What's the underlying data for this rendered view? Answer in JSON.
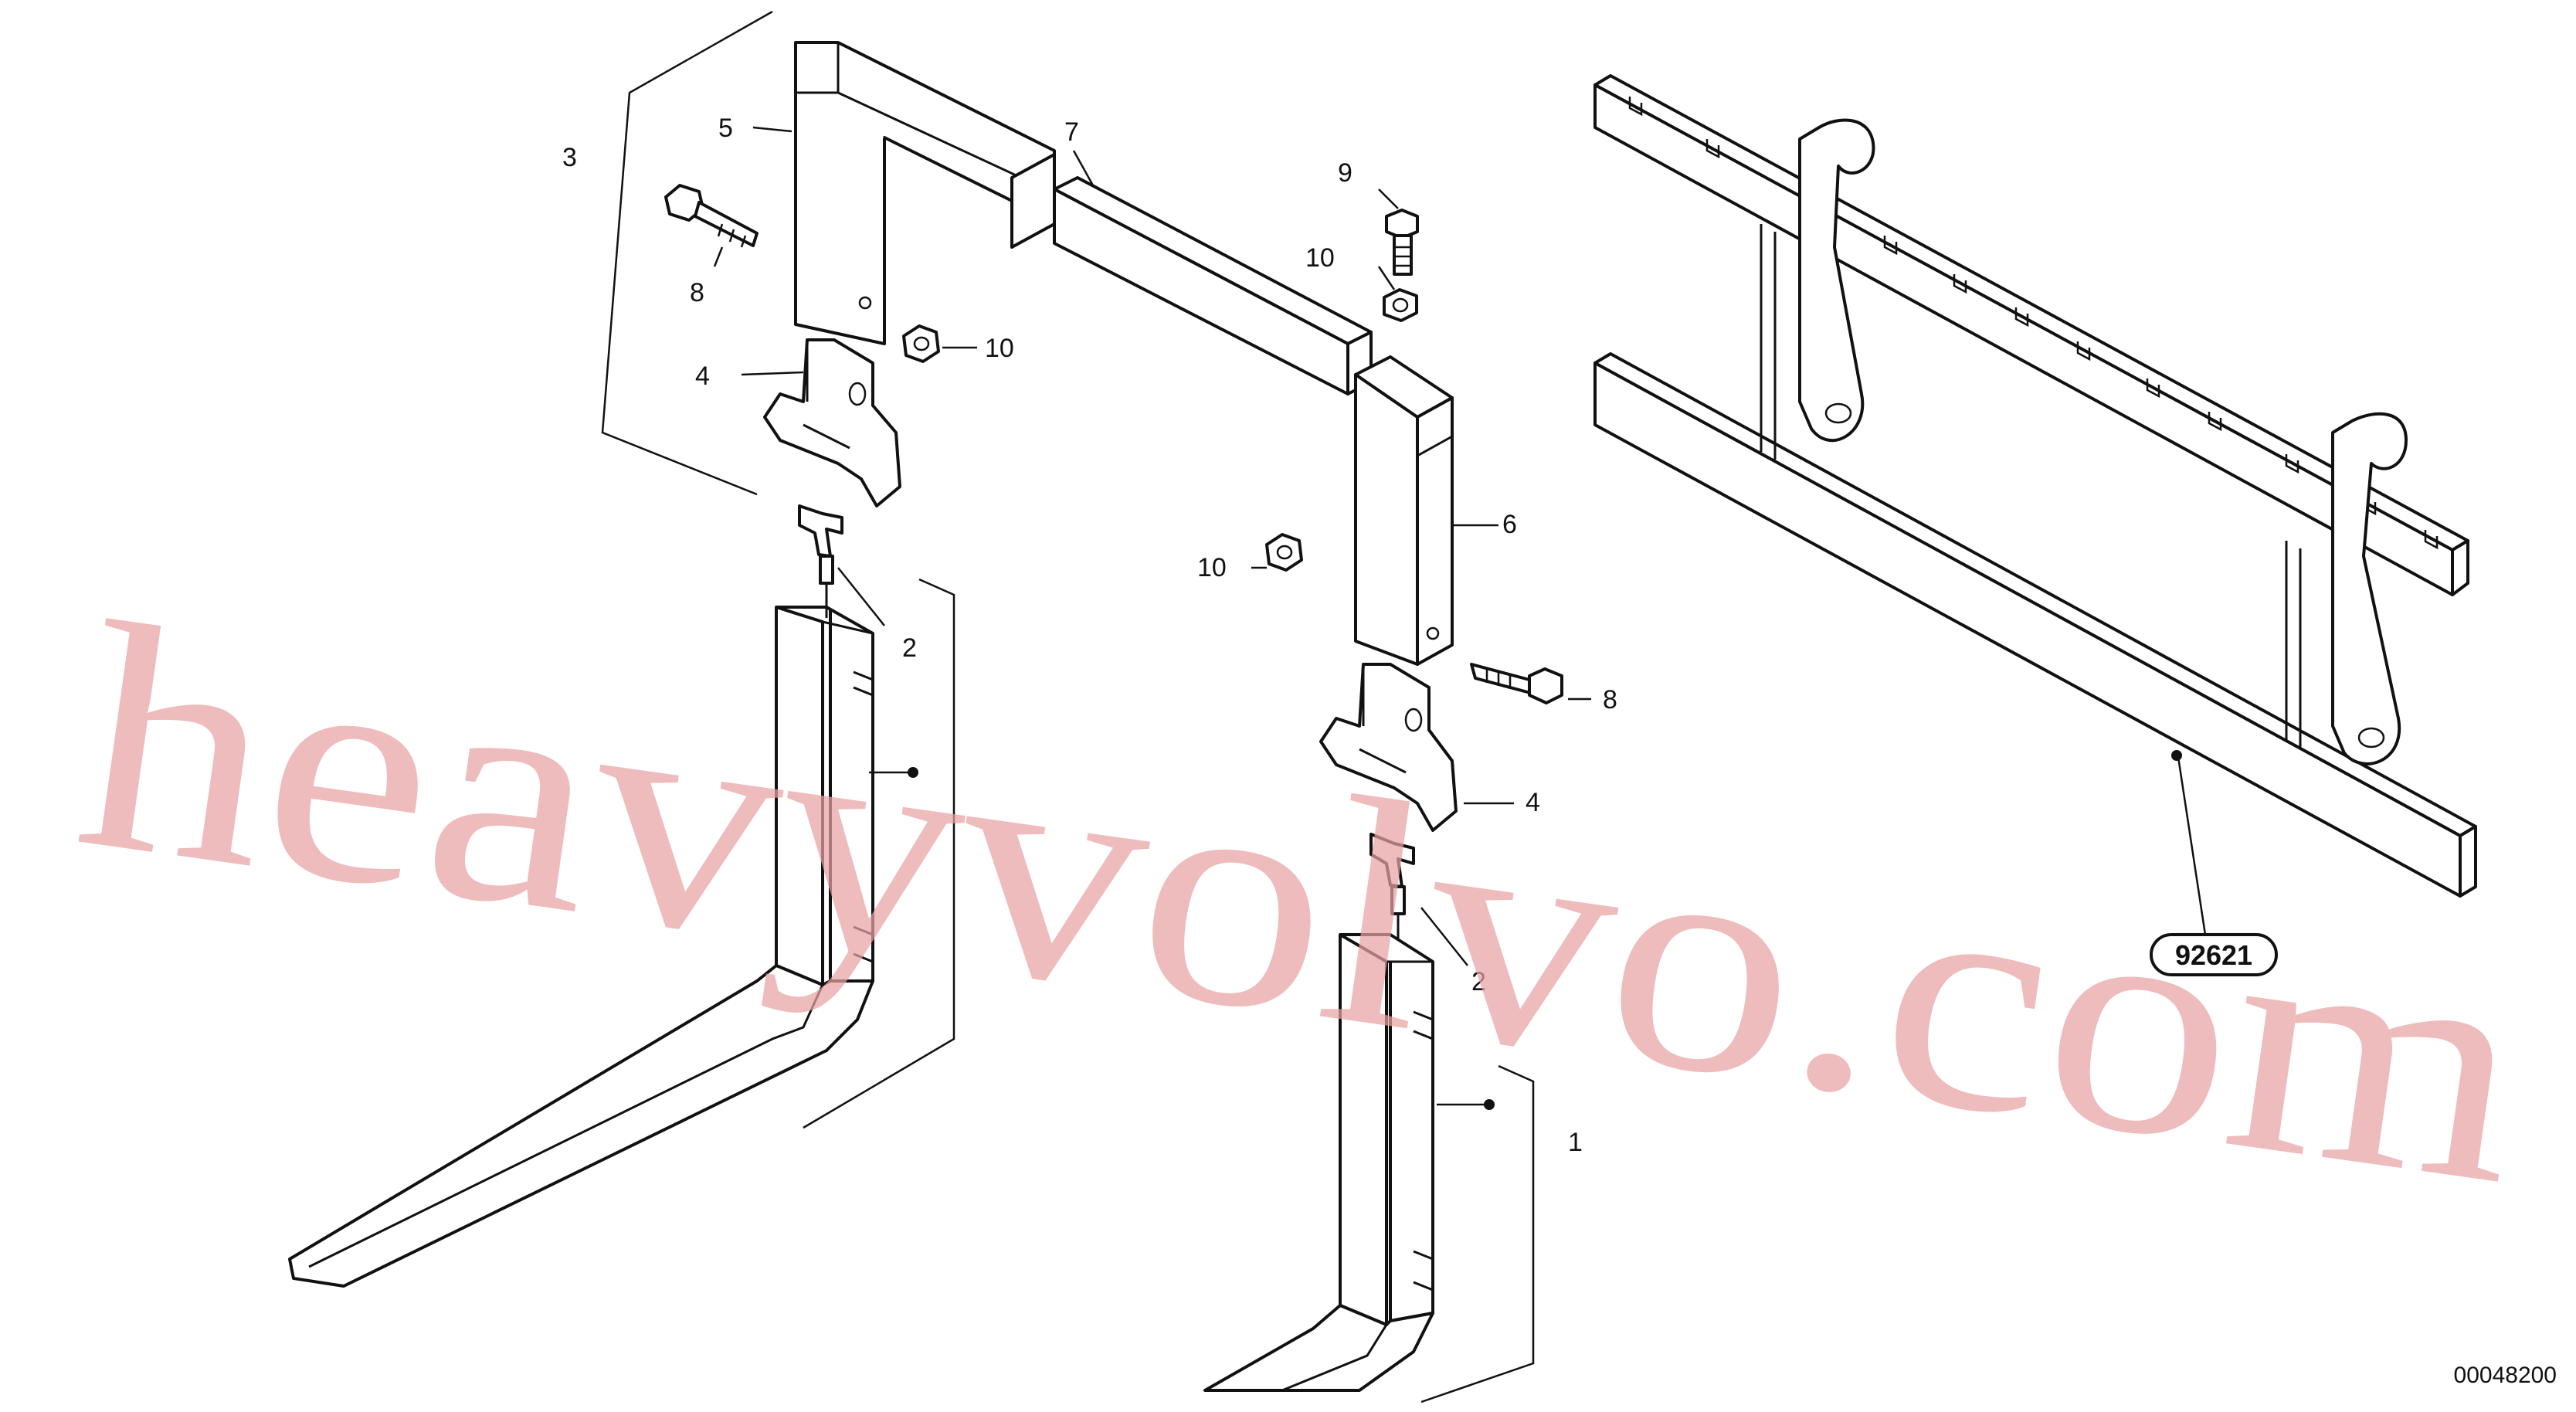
{
  "diagram": {
    "callouts": [
      "1",
      "2",
      "3",
      "4",
      "5",
      "6",
      "7",
      "8",
      "9",
      "10"
    ],
    "reference_badge": "92621",
    "drawing_number": "00048200",
    "watermark": "heavyvolvo.com"
  }
}
